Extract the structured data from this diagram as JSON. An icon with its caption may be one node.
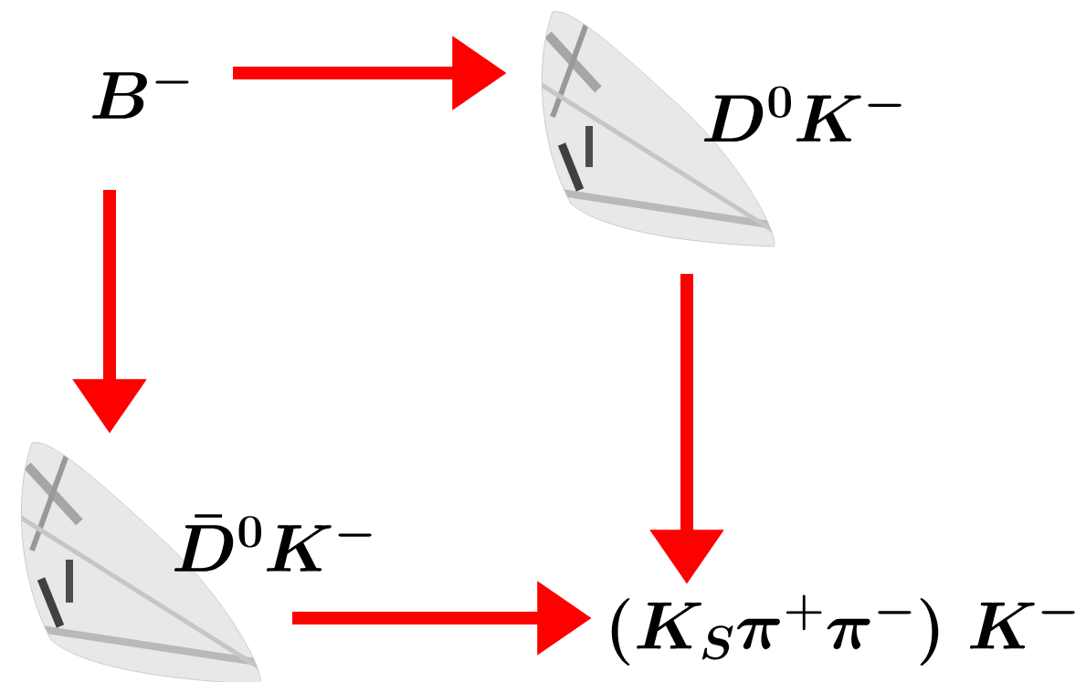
{
  "diagram": {
    "nodes": [
      {
        "text": [
          "B^-"
        ]
      },
      {
        "text": [
          "D^0K^-"
        ]
      },
      {
        "text": [
          "\\bar{D}^0K^-"
        ]
      },
      {
        "text": [
          "(K_S\\pi^+\\pi^-)\\;K^-"
        ]
      }
    ],
    "edges": [
      {
        "from": 0,
        "to": 1,
        "arrow": "to"
      },
      {
        "from": 0,
        "to": 2,
        "arrow": "to"
      },
      {
        "from": 1,
        "to": 3,
        "arrow": "to"
      },
      {
        "from": 2,
        "to": 3,
        "arrow": "to"
      }
    ]
  }
}
